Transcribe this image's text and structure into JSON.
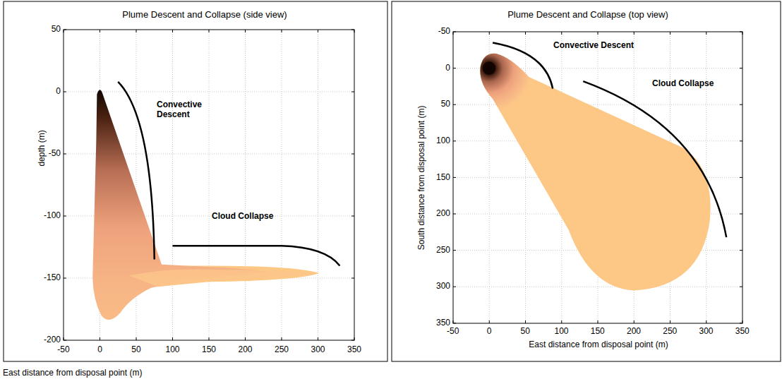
{
  "diagram": {
    "labels": [
      "Plume Descent and Collapse (side view)",
      "Convective Descent",
      "Cloud Collapse",
      "depth (m)",
      "50",
      "0",
      "-50",
      "-100",
      "-150",
      "-200",
      "-50",
      "0",
      "50",
      "100",
      "150",
      "200",
      "250",
      "300",
      "350",
      "East distance from disposal point (m)",
      "Plume Descent and Collapse (top view)",
      "Convective Descent",
      "Cloud Collapse",
      "-50",
      "0",
      "50",
      "100",
      "150",
      "200",
      "250",
      "300",
      "350",
      "-50",
      "0",
      "50",
      "100",
      "150",
      "200",
      "250",
      "300",
      "350",
      "East distance from disposal point (m)",
      "South distance from disposal point (m)"
    ]
  }
}
